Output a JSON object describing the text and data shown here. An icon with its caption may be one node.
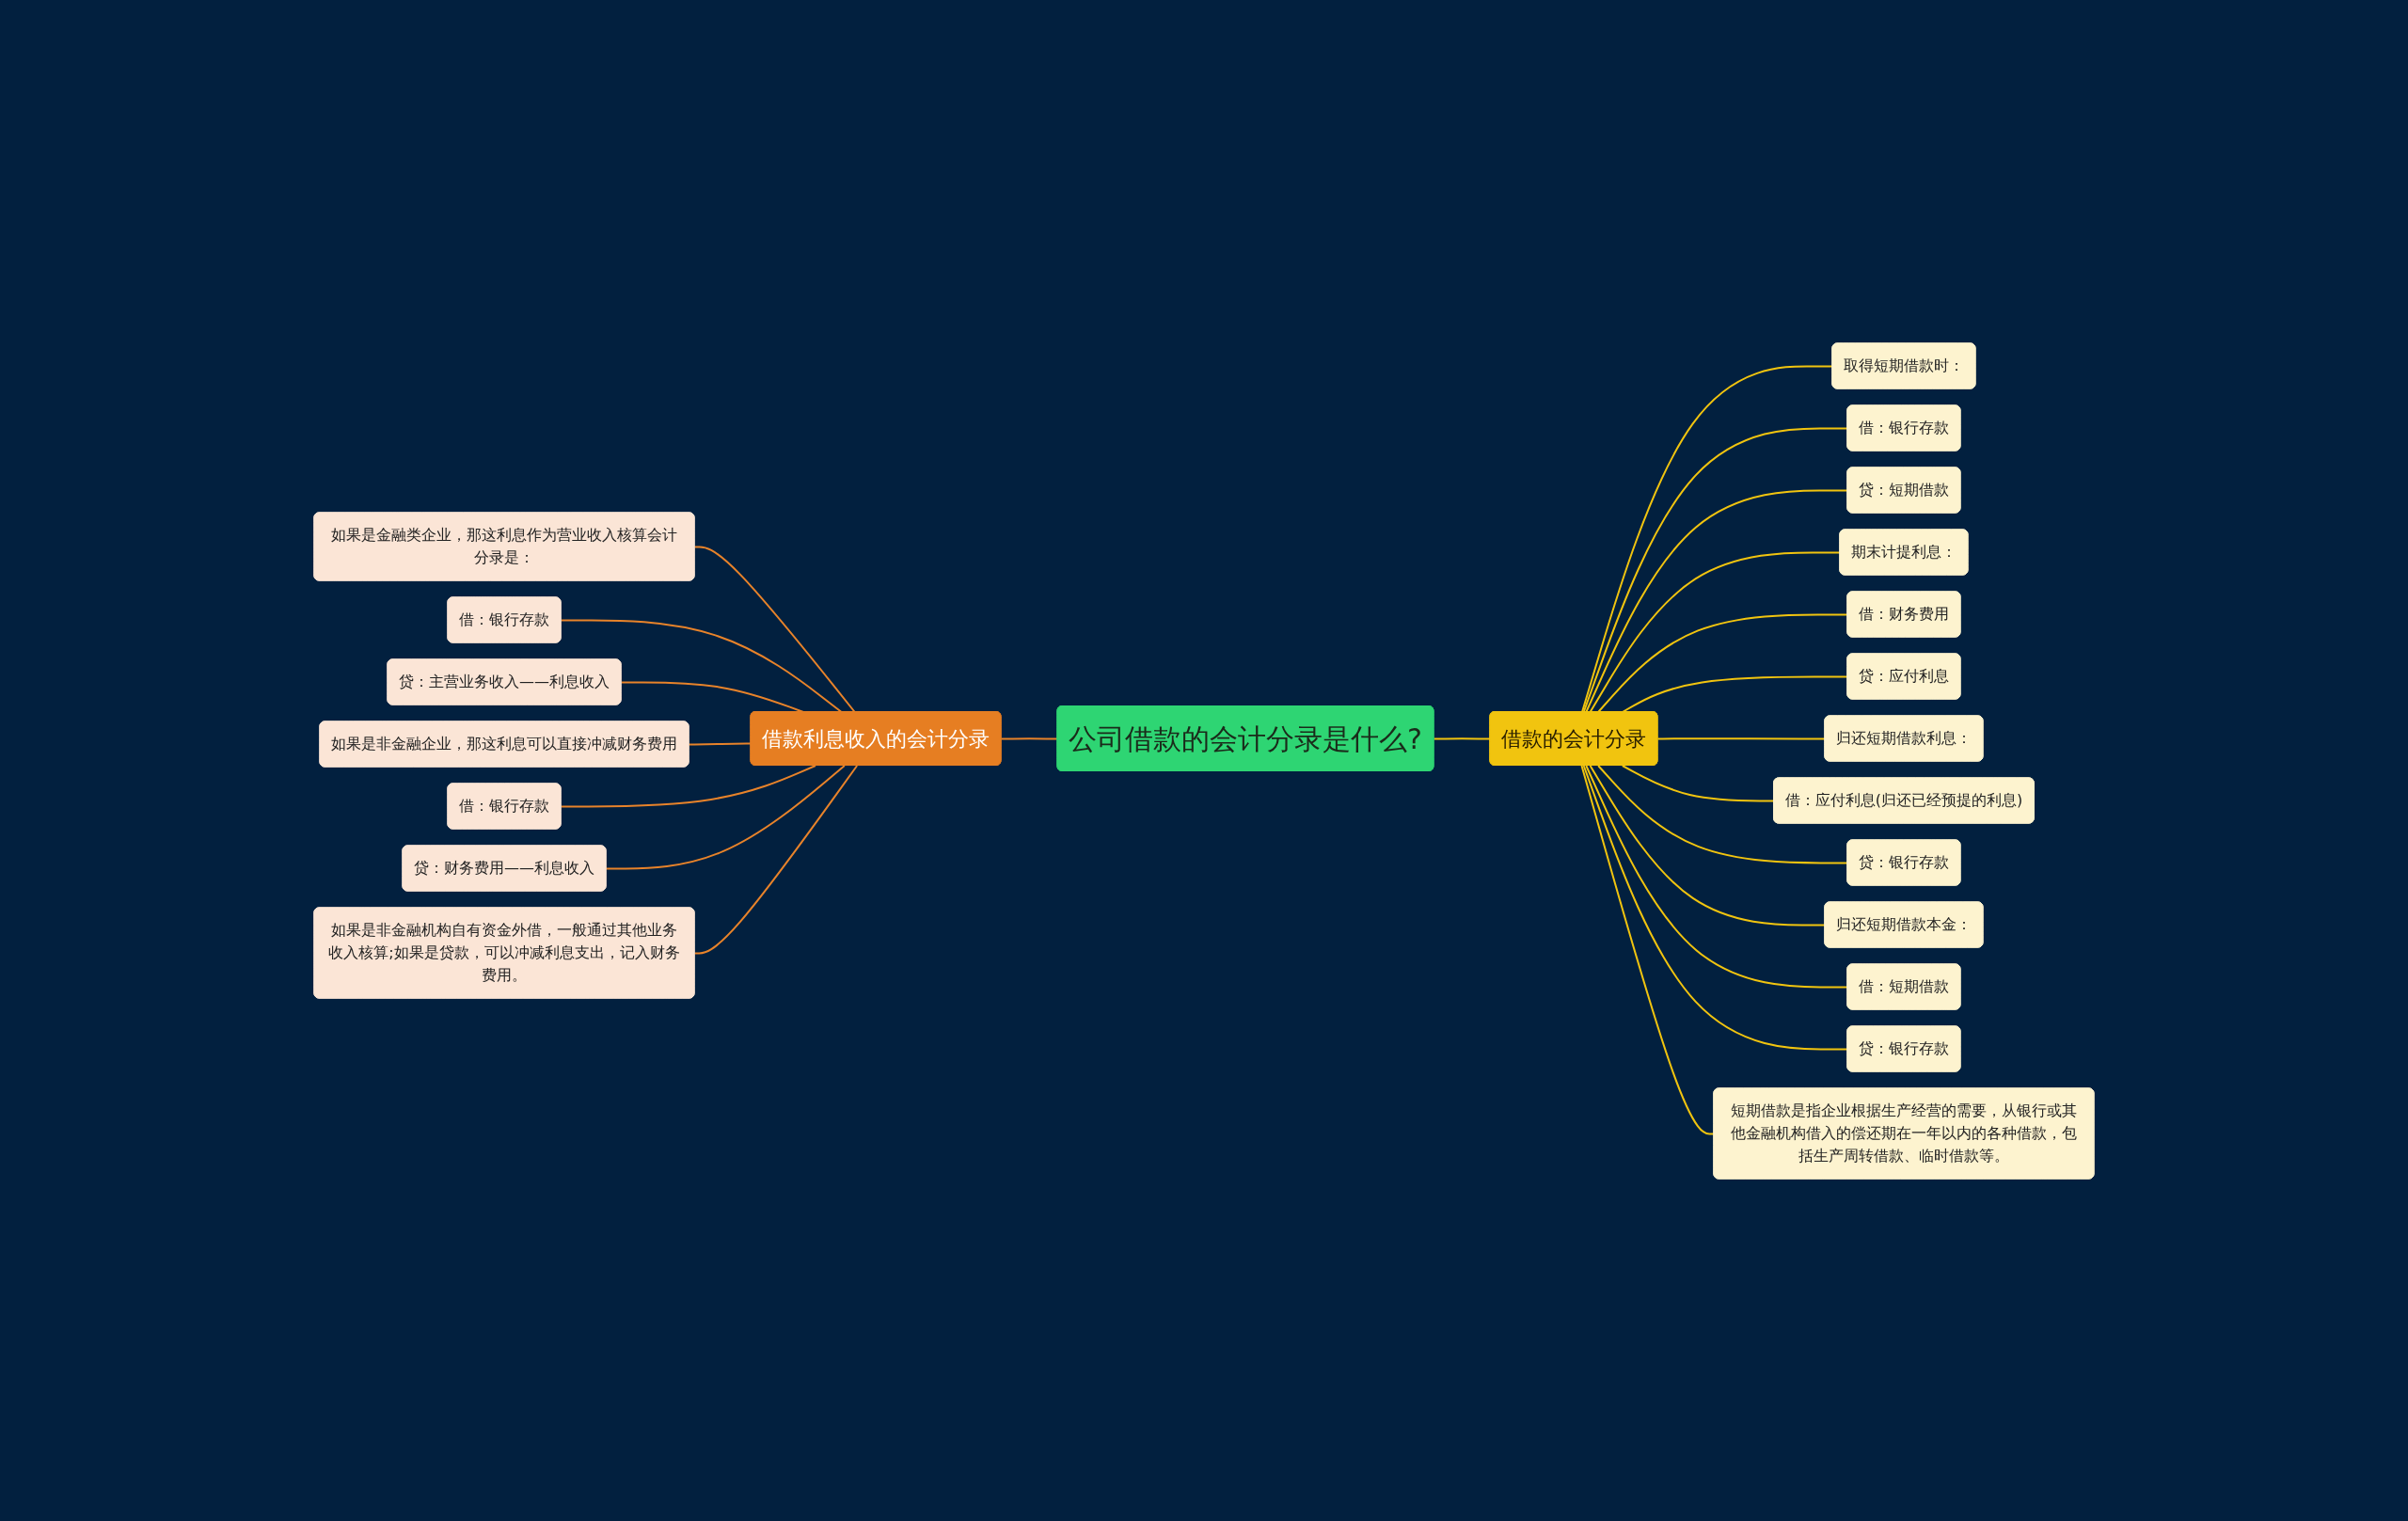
{
  "diagram": {
    "nodes": [
      {
        "text": [
          "公司借款的会计分录是什么?"
        ]
      },
      {
        "text": [
          "借款利息收入的会计分录"
        ]
      },
      {
        "text": [
          "如果是金融类企业，那这利息作为营业收入核算会计分录是："
        ]
      },
      {
        "text": [
          "借：银行存款"
        ]
      },
      {
        "text": [
          "贷：主营业务收入——利息收入"
        ]
      },
      {
        "text": [
          "如果是非金融企业，那这利息可以直接冲减财务费用"
        ]
      },
      {
        "text": [
          "借：银行存款"
        ]
      },
      {
        "text": [
          "贷：财务费用——利息收入"
        ]
      },
      {
        "text": [
          "如果是非金融机构自有资金外借，一般通过其他业务收入核算;如果是贷款，可以冲减利息支出，记入财务费用。"
        ]
      },
      {
        "text": [
          "借款的会计分录"
        ]
      },
      {
        "text": [
          "取得短期借款时："
        ]
      },
      {
        "text": [
          "借：银行存款"
        ]
      },
      {
        "text": [
          "贷：短期借款"
        ]
      },
      {
        "text": [
          "期末计提利息："
        ]
      },
      {
        "text": [
          "借：财务费用"
        ]
      },
      {
        "text": [
          "贷：应付利息"
        ]
      },
      {
        "text": [
          "归还短期借款利息："
        ]
      },
      {
        "text": [
          "借：应付利息(归还已经预提的利息)"
        ]
      },
      {
        "text": [
          "贷：银行存款"
        ]
      },
      {
        "text": [
          "归还短期借款本金："
        ]
      },
      {
        "text": [
          "借：短期借款"
        ]
      },
      {
        "text": [
          "贷：银行存款"
        ]
      },
      {
        "text": [
          "短期借款是指企业根据生产经营的需要，从银行或其他金融机构借入的偿还期在一年以内的各种借款，包括生产周转借款、临时借款等。"
        ]
      }
    ],
    "edges": [
      {
        "from": 2,
        "to": 1,
        "arrow": "none",
        "color": "#e8832a"
      },
      {
        "from": 3,
        "to": 1,
        "arrow": "none",
        "color": "#e8832a"
      },
      {
        "from": 4,
        "to": 1,
        "arrow": "none",
        "color": "#e8832a"
      },
      {
        "from": 5,
        "to": 1,
        "arrow": "none",
        "color": "#e8832a"
      },
      {
        "from": 6,
        "to": 1,
        "arrow": "none",
        "color": "#e8832a"
      },
      {
        "from": 7,
        "to": 1,
        "arrow": "none",
        "color": "#e8832a"
      },
      {
        "from": 8,
        "to": 1,
        "arrow": "none",
        "color": "#e8832a"
      },
      {
        "from": 1,
        "to": 0,
        "arrow": "none",
        "color": "#e8832a"
      },
      {
        "from": 0,
        "to": 9,
        "arrow": "none"
      },
      {
        "from": 9,
        "to": 10,
        "arrow": "none"
      },
      {
        "from": 9,
        "to": 11,
        "arrow": "none"
      },
      {
        "from": 9,
        "to": 12,
        "arrow": "none"
      },
      {
        "from": 9,
        "to": 13,
        "arrow": "none"
      },
      {
        "from": 9,
        "to": 14,
        "arrow": "none"
      },
      {
        "from": 9,
        "to": 15,
        "arrow": "none"
      },
      {
        "from": 9,
        "to": 16,
        "arrow": "none"
      },
      {
        "from": 9,
        "to": 17,
        "arrow": "none"
      },
      {
        "from": 9,
        "to": 18,
        "arrow": "none"
      },
      {
        "from": 9,
        "to": 19,
        "arrow": "none"
      },
      {
        "from": 9,
        "to": 20,
        "arrow": "none"
      },
      {
        "from": 9,
        "to": 21,
        "arrow": "none"
      },
      {
        "from": 9,
        "to": 22,
        "arrow": "none"
      }
    ]
  }
}
